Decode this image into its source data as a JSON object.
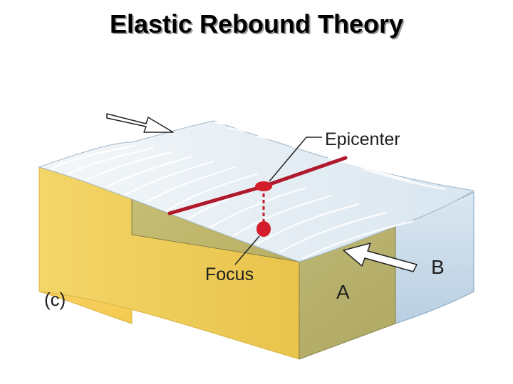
{
  "title": "Elastic Rebound Theory",
  "panel_label": "(c)",
  "labels": {
    "epicenter": "Epicenter",
    "focus": "Focus",
    "block_a": "A",
    "block_b": "B"
  },
  "colors": {
    "block_a_side": "#f7dc86",
    "block_a_front": "#e8d06a",
    "block_b_side": "#c7d9e8",
    "top_surface": "#e9f1f7",
    "fault_plane": "#b3ae5e",
    "fault_line": "#b0182b",
    "focus_marker": "#d41d2a",
    "arrow_fill": "#ffffff"
  },
  "icons": {
    "arrow_a": "arrow-right-icon",
    "arrow_b": "arrow-left-icon"
  }
}
